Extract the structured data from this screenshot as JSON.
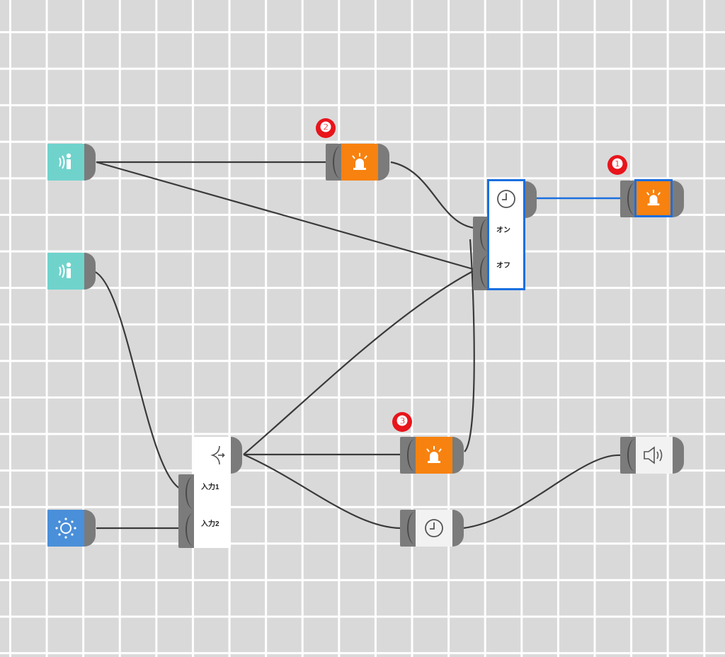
{
  "colors": {
    "motion": "#6fd3cc",
    "alert": "#f7820f",
    "light": "#4a8fd9",
    "selection": "#1a6fe0",
    "port": "#7b7b7b",
    "wire": "#3a3a3a",
    "badge": "#e8141b"
  },
  "icons": {
    "motion": "motion-sensor-icon",
    "alert": "siren-icon",
    "light": "brightness-icon",
    "timer": "timer-icon",
    "merge": "merge-icon",
    "speaker": "speaker-icon"
  },
  "badges": {
    "one": "❶",
    "two": "❷",
    "three": "❸"
  },
  "timer_top": {
    "on_label": "オン",
    "off_label": "オフ"
  },
  "merge_block": {
    "input1_label": "入力1",
    "input2_label": "入力2"
  }
}
